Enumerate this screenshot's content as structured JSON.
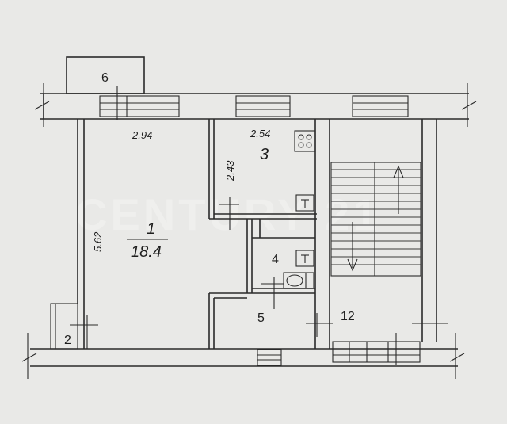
{
  "watermark": "CENTURY 21",
  "rooms": [
    {
      "number": "1",
      "area": "18.4"
    },
    {
      "number": "2"
    },
    {
      "number": "3"
    },
    {
      "number": "4"
    },
    {
      "number": "5"
    },
    {
      "number": "6"
    },
    {
      "number": "12"
    }
  ],
  "dimensions": {
    "room1_width": "2.94",
    "room1_length": "5.62",
    "room3_width": "2.54",
    "room3_length": "2.43"
  },
  "colors": {
    "background": "#e9e9e7",
    "lines": "#2a2a2a"
  }
}
